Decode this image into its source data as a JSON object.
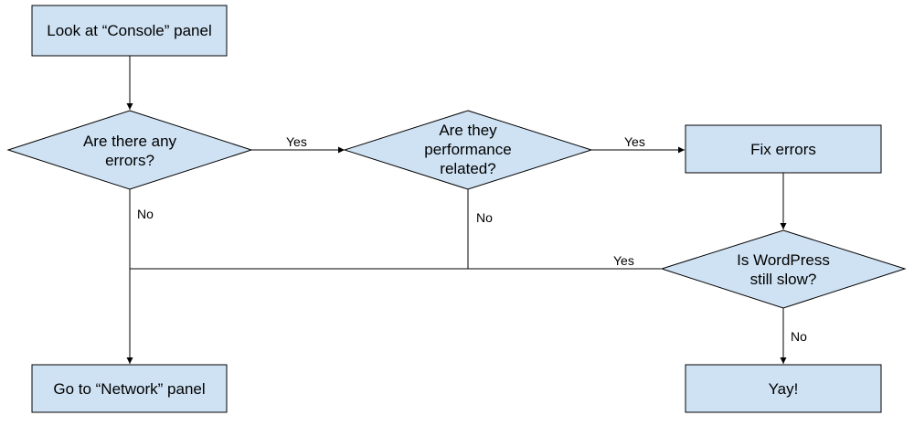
{
  "colors": {
    "node_fill": "#cfe2f3",
    "stroke": "#000000"
  },
  "nodes": {
    "console": {
      "lines": [
        "Look at “Console” panel"
      ]
    },
    "errors": {
      "lines": [
        "Are there any",
        "errors?"
      ]
    },
    "perf": {
      "lines": [
        "Are they",
        "performance",
        "related?"
      ]
    },
    "fix": {
      "lines": [
        "Fix errors"
      ]
    },
    "slow": {
      "lines": [
        "Is WordPress",
        "still slow?"
      ]
    },
    "network": {
      "lines": [
        "Go to “Network” panel"
      ]
    },
    "yay": {
      "lines": [
        "Yay!"
      ]
    }
  },
  "edge_labels": {
    "errors_yes": "Yes",
    "perf_yes": "Yes",
    "errors_no": "No",
    "perf_no": "No",
    "slow_yes": "Yes",
    "slow_no": "No"
  }
}
